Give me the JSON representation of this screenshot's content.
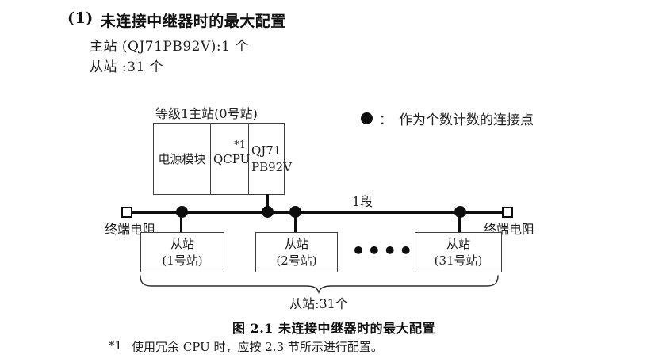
{
  "colors": {
    "ink": "#0d0d0d",
    "text": "#1c1c1c",
    "border": "#3f3f3f",
    "background": "#ffffff"
  },
  "heading": {
    "number": "(1)",
    "title": "未连接中继器时的最大配置",
    "master_line": "主站 (QJ71PB92V):1 个",
    "slave_line": "从站 :31 个"
  },
  "legend": {
    "symbol": "filled-circle",
    "separator": "：",
    "label": "作为个数计数的连接点"
  },
  "diagram": {
    "master": {
      "label": "等级1主站(0号站)",
      "modules": [
        {
          "label": "电源模块"
        },
        {
          "label": "QCPU",
          "superscript": "*1"
        },
        {
          "line1": "QJ71",
          "line2": "PB92V"
        }
      ]
    },
    "bus": {
      "segment_label": "1段",
      "terminator_left": "终端电阻",
      "terminator_right": "终端电阻"
    },
    "slaves": [
      {
        "name": "从站",
        "station": "(1号站)"
      },
      {
        "name": "从站",
        "station": "(2号站)"
      },
      {
        "name": "从站",
        "station": "(31号站)"
      }
    ],
    "ellipsis": "••••••",
    "brace_label": "从站:31个"
  },
  "caption": "图 2.1 未连接中继器时的最大配置",
  "footnote": {
    "marker": "*1",
    "text": "使用冗余 CPU 时，应按 2.3 节所示进行配置。"
  }
}
